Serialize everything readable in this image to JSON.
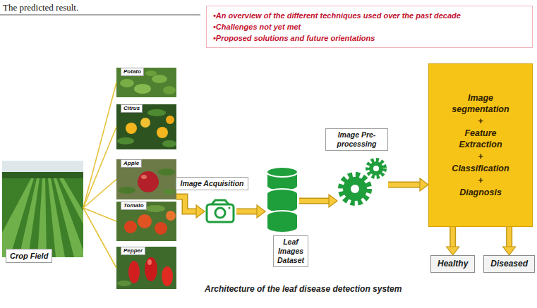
{
  "diagram": {
    "caption": "Architecture of the leaf disease detection system",
    "nodes": [
      {
        "text": [
          "•An overview of the different techniques used over the past decade",
          "•Challenges not yet met",
          "•Proposed solutions and future orientations"
        ]
      },
      {
        "text": [
          "Crop Field"
        ]
      },
      {
        "text": [
          "Potato"
        ]
      },
      {
        "text": [
          "Citrus"
        ]
      },
      {
        "text": [
          "Apple"
        ]
      },
      {
        "text": [
          "Tomato"
        ]
      },
      {
        "text": [
          "Pepper"
        ]
      },
      {
        "text": [
          "Image Acquisition"
        ]
      },
      {
        "text": [
          "Leaf Images Dataset"
        ]
      },
      {
        "text": [
          "Image Pre-processing"
        ]
      },
      {
        "text": [
          "Image segmentation",
          "+",
          "Feature Extraction",
          "+",
          "Classification",
          "+",
          "Diagnosis"
        ]
      },
      {
        "text": [
          "Healthy"
        ]
      },
      {
        "text": [
          "Diseased"
        ]
      }
    ],
    "edges": [
      {
        "from": 1,
        "to": 2,
        "arrow": "none"
      },
      {
        "from": 1,
        "to": 3,
        "arrow": "none"
      },
      {
        "from": 1,
        "to": 4,
        "arrow": "none"
      },
      {
        "from": 1,
        "to": 5,
        "arrow": "none"
      },
      {
        "from": 1,
        "to": 6,
        "arrow": "none"
      },
      {
        "from": 4,
        "to": 7,
        "arrow": "to"
      },
      {
        "from": 7,
        "to": 8,
        "arrow": "to"
      },
      {
        "from": 8,
        "to": 9,
        "arrow": "to"
      },
      {
        "from": 9,
        "to": 10,
        "arrow": "to"
      },
      {
        "from": 10,
        "to": 11,
        "arrow": "to"
      },
      {
        "from": 10,
        "to": 12,
        "arrow": "to"
      }
    ],
    "labels": [
      "The predicted result."
    ]
  }
}
